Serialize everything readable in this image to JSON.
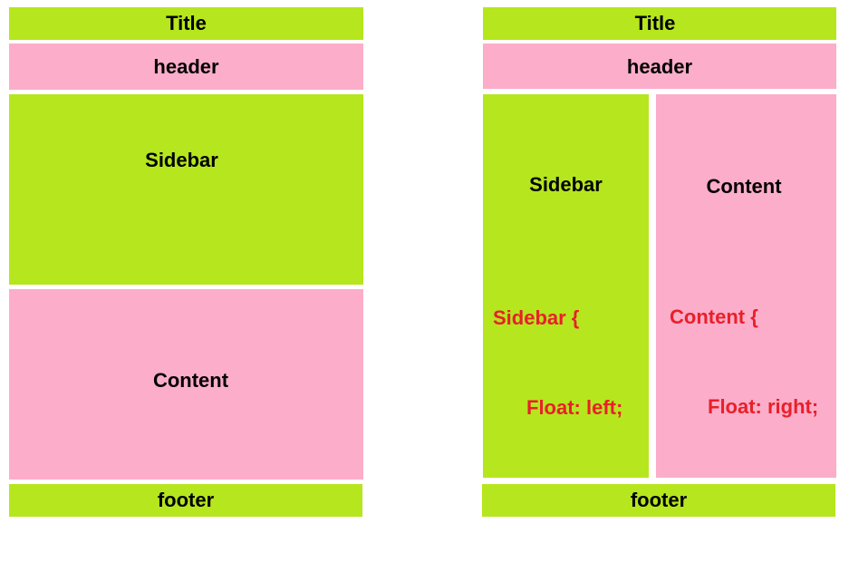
{
  "left_layout": {
    "title": "Title",
    "header": "header",
    "sidebar": "Sidebar",
    "content": "Content",
    "footer": "footer"
  },
  "right_layout": {
    "title": "Title",
    "header": "header",
    "sidebar": "Sidebar",
    "content": "Content",
    "footer": "footer",
    "sidebar_code": {
      "open": "Sidebar {",
      "rule": "Float: left;",
      "close": "}"
    },
    "content_code": {
      "open": "Content {",
      "rule": "Float: right;",
      "close": "}"
    }
  },
  "colors": {
    "green": "#b6e61d",
    "pink": "#fcadc9",
    "code": "#e8202a"
  }
}
